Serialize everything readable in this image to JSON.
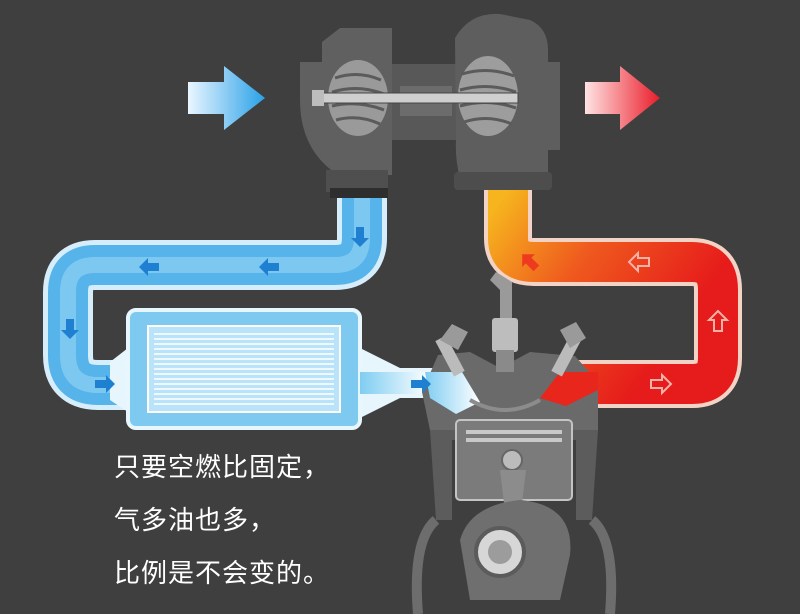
{
  "caption": {
    "line1": "只要空燃比固定，",
    "line2": "气多油也多，",
    "line3": "比例是不会变的。"
  },
  "colors": {
    "background": "#3f3f3f",
    "cold_air": "#3aa6e6",
    "hot_exhaust": "#e8261c",
    "warm_exhaust": "#f5a623",
    "metal": "#6b6b6b",
    "metal_light": "#8a8a8a",
    "text": "#ffffff"
  },
  "icons": {
    "intake": "air-intake-arrow-icon",
    "exhaust": "exhaust-outlet-arrow-icon",
    "flow": "flow-direction-arrow-icon"
  }
}
